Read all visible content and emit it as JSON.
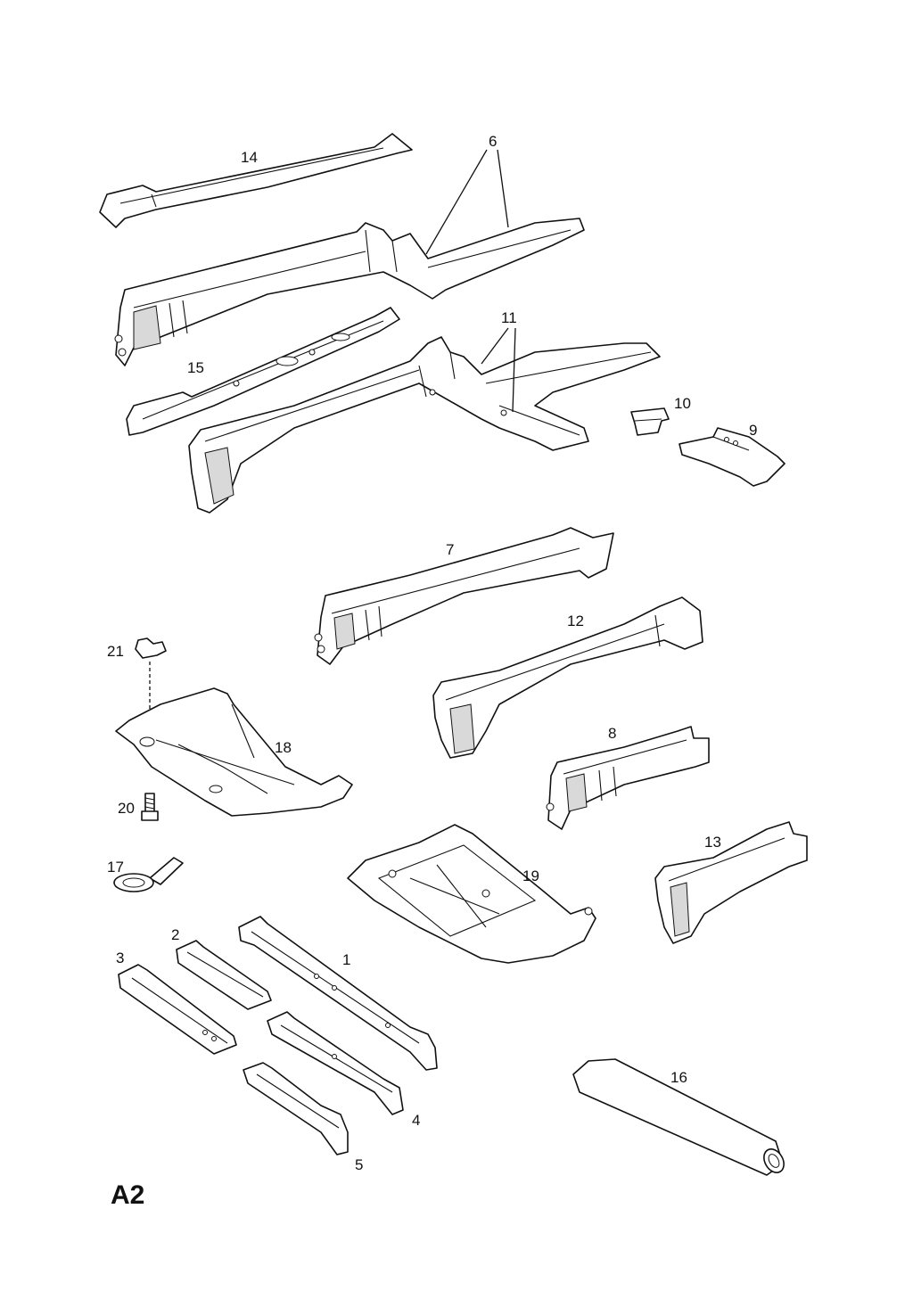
{
  "sheet": {
    "code": "A2"
  },
  "callouts": [
    {
      "id": "c14",
      "text": "14"
    },
    {
      "id": "c6",
      "text": "6"
    },
    {
      "id": "c11",
      "text": "11"
    },
    {
      "id": "c15",
      "text": "15"
    },
    {
      "id": "c10",
      "text": "10"
    },
    {
      "id": "c9",
      "text": "9"
    },
    {
      "id": "c7",
      "text": "7"
    },
    {
      "id": "c12",
      "text": "12"
    },
    {
      "id": "c21",
      "text": "21"
    },
    {
      "id": "c18",
      "text": "18"
    },
    {
      "id": "c8",
      "text": "8"
    },
    {
      "id": "c20",
      "text": "20"
    },
    {
      "id": "c13",
      "text": "13"
    },
    {
      "id": "c19",
      "text": "19"
    },
    {
      "id": "c17",
      "text": "17"
    },
    {
      "id": "c1",
      "text": "1"
    },
    {
      "id": "c2",
      "text": "2"
    },
    {
      "id": "c3",
      "text": "3"
    },
    {
      "id": "c4",
      "text": "4"
    },
    {
      "id": "c5",
      "text": "5"
    },
    {
      "id": "c16",
      "text": "16"
    }
  ]
}
